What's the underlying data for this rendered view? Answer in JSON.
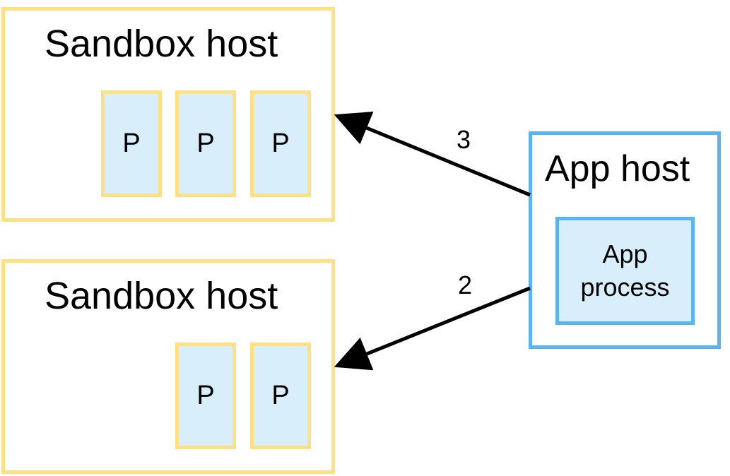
{
  "sandbox_hosts": [
    {
      "title": "Sandbox host",
      "processes": [
        "P",
        "P",
        "P"
      ]
    },
    {
      "title": "Sandbox host",
      "processes": [
        "P",
        "P"
      ]
    }
  ],
  "app_host": {
    "title": "App host",
    "process_label": "App\nprocess"
  },
  "edges": [
    {
      "label": "3",
      "from": "app_host",
      "to": "sandbox_hosts.0"
    },
    {
      "label": "2",
      "from": "app_host",
      "to": "sandbox_hosts.1"
    }
  ],
  "colors": {
    "sandbox_border": "#ffe082",
    "app_border": "#5ab4f0",
    "process_fill": "#d9eefb",
    "arrow": "#000000"
  }
}
